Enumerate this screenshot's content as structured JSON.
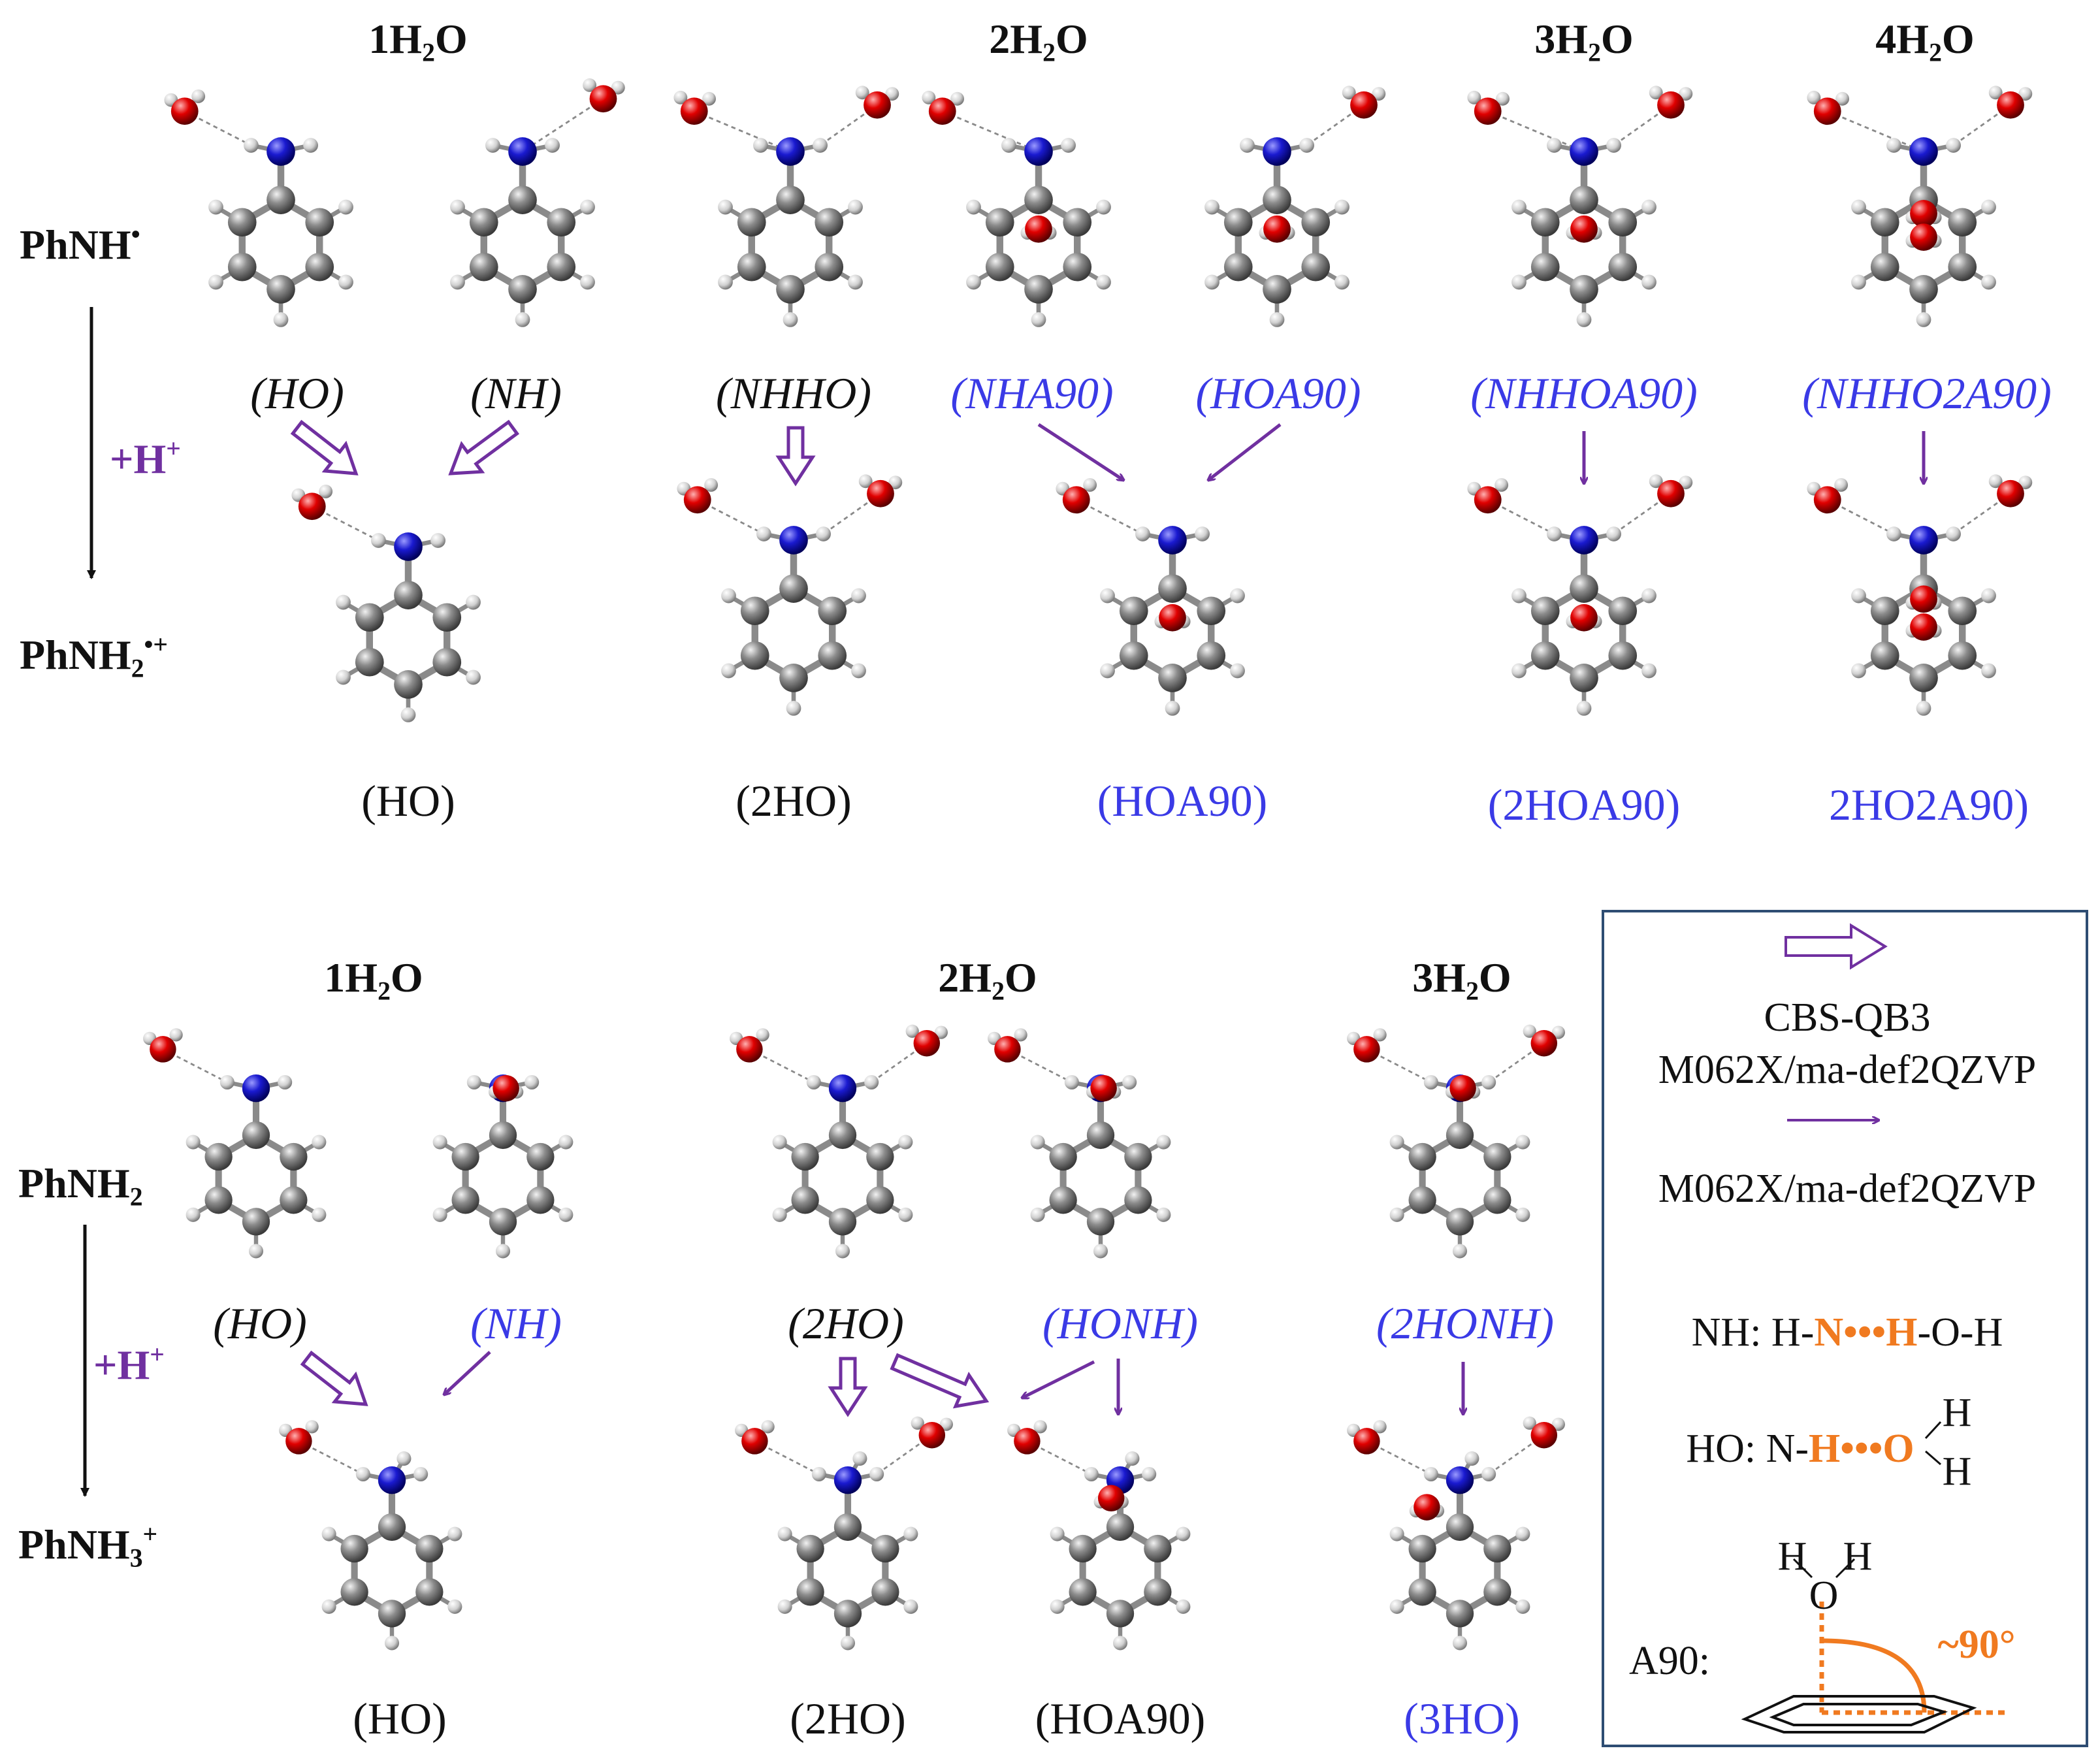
{
  "top": {
    "headers": {
      "h1": "1",
      "h2": "2",
      "h3": "3",
      "h4": "4",
      "h_sub": "2",
      "h_tail": "O",
      "h_pre": "H"
    },
    "reactant": {
      "name": "PhNH",
      "mark": "•"
    },
    "product": {
      "name": "PhNH",
      "sub": "2",
      "mark": "•+"
    },
    "proton": {
      "main": "+H",
      "sup": "+"
    },
    "labels": {
      "HO": "(HO)",
      "NH": "(NH)",
      "NHHO": "(NHHO)",
      "NHA90": "(NHA90)",
      "HOA90": "(HOA90)",
      "NHHOA90": "(NHHOA90)",
      "NHHO2A90": "(NHHO2A90)"
    },
    "results": {
      "HO": "(HO)",
      "2HO": "(2HO)",
      "HOA90": "(HOA90)",
      "2HOA90": "(2HOA90)",
      "2HO2A90": "2HO2A90)"
    }
  },
  "bottom": {
    "reactant": {
      "name": "PhNH",
      "sub": "2"
    },
    "product": {
      "name": "PhNH",
      "sub": "3",
      "sup": "+"
    },
    "proton": {
      "main": "+H",
      "sup": "+"
    },
    "labels": {
      "HO": "(HO)",
      "NH": "(NH)",
      "2HO": "(2HO)",
      "HONH": "(HONH)",
      "2HONH": "(2HONH)"
    },
    "results": {
      "HO": "(HO)",
      "2HO": "(2HO)",
      "HOA90": "(HOA90)",
      "3HO": "(3HO)"
    }
  },
  "legend": {
    "method_hollow_1": "CBS-QB3",
    "method_hollow_2": "M062X/ma-def2QZVP",
    "method_thin": "M062X/ma-def2QZVP",
    "nh_prefix": "NH: H-",
    "nh_N": "N",
    "nh_dots": "•••",
    "nh_H": "H",
    "nh_suffix": "-O-H",
    "ho_prefix": "HO: N-",
    "ho_H": "H",
    "ho_dots": "•••",
    "ho_O": "O",
    "ho_H1": "H",
    "ho_H2": "H",
    "a90_label": "A90:",
    "a90_H1": "H",
    "a90_O": "O",
    "a90_H2": "H",
    "a90_angle": "~90°"
  },
  "colors": {
    "arrow": "#7030a0",
    "label_blue": "#3a3ae6",
    "orange": "#f07a20",
    "frame": "#2e4d73",
    "atom_N": "#1a1ad0",
    "atom_O": "#e00000",
    "atom_C": "#8a8a8a",
    "atom_H": "#d8d8d8"
  },
  "icons": {
    "hollow_arrow": "hollow-arrow-icon",
    "thin_arrow": "thin-arrow-icon",
    "molecule": "ball-and-stick-molecule-icon"
  }
}
